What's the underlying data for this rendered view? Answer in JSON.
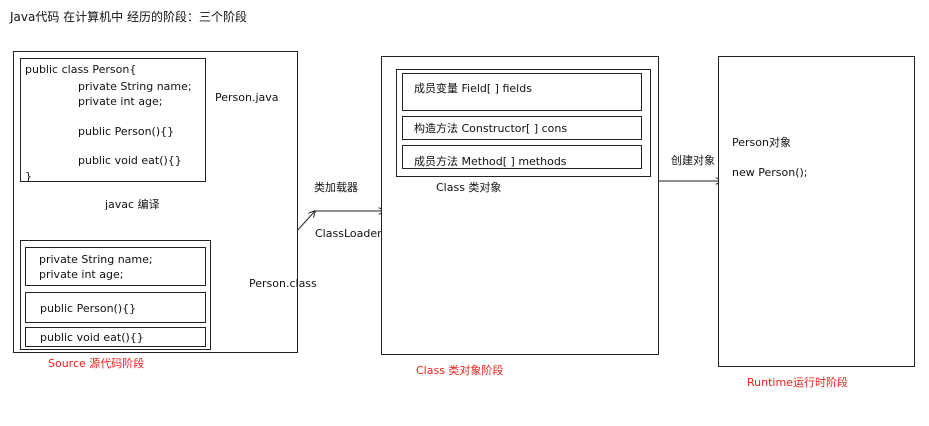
{
  "header": {
    "title": "Java代码 在计算机中 经历的阶段：三个阶段"
  },
  "source": {
    "code_lines": [
      "public class Person{",
      "private String name;",
      "private int age;",
      "public Person(){}",
      "public void eat(){}",
      "}"
    ],
    "file_java": "Person.java",
    "compile_label": "javac 编译",
    "file_class": "Person.class",
    "class_rows": {
      "fields": [
        "private String name;",
        "private int age;"
      ],
      "constructor": "public Person(){}",
      "method": "public void eat(){}"
    },
    "stage_label": "Source 源代码阶段"
  },
  "loader": {
    "label_cn": "类加载器",
    "label_en": "ClassLoader"
  },
  "class_stage": {
    "rows": [
      "成员变量  Field[ ] fields",
      "构造方法  Constructor[ ] cons",
      "成员方法  Method[ ] methods"
    ],
    "object_label": "Class 类对象",
    "stage_label": "Class 类对象阶段"
  },
  "create_label": "创建对象",
  "runtime": {
    "object_label": "Person对象",
    "new_expr": "new Person();",
    "stage_label": "Runtime运行时阶段"
  },
  "colors": {
    "stage_label": "#e8231b",
    "line": "#222222"
  }
}
